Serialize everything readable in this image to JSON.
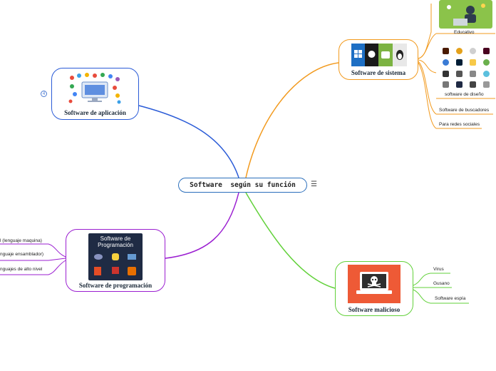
{
  "central": {
    "title": "Software  según su función",
    "menu_icon": "hamburger-menu-icon"
  },
  "nodes": {
    "aplicacion": {
      "label": "Software de aplicación",
      "badge": "4",
      "color": "#2a5bd7"
    },
    "sistema": {
      "label": "Software de sistema",
      "color": "#f29a1e"
    },
    "programacion": {
      "label": "Software de programación",
      "color": "#9b1fd1",
      "image_text": "Software de Programación"
    },
    "malicioso": {
      "label": "Software malicioso",
      "color": "#62d13a"
    }
  },
  "sistema_children": {
    "educativo": "Educativo",
    "diseno": "software de diseño",
    "buscadores": "Software de buscadores",
    "redes": "Para redes sociales"
  },
  "programacion_children": [
    "l (lenguaje maquina)",
    "nguaje ensamblador)",
    "nguajes de alto nivel"
  ],
  "malicioso_children": [
    "Virus",
    "Gusano",
    "Software espía"
  ]
}
